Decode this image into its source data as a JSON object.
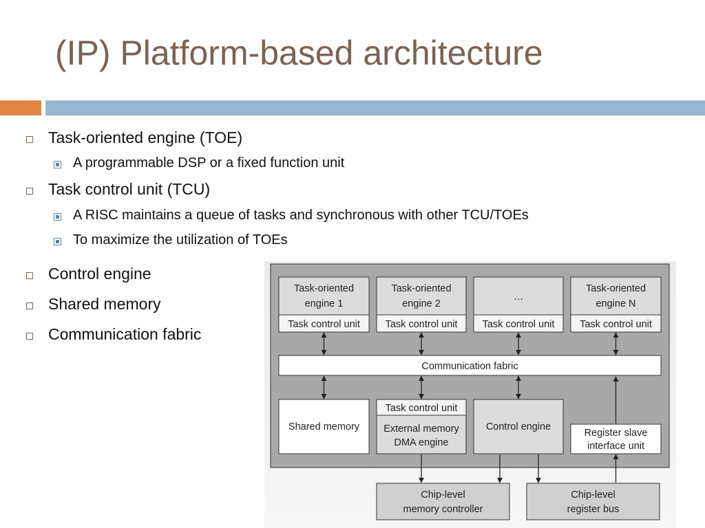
{
  "slide": {
    "title": "(IP) Platform-based architecture"
  },
  "bullets": [
    {
      "level": 1,
      "text": "Task-oriented engine (TOE)"
    },
    {
      "level": 2,
      "text": "A programmable DSP or a fixed function unit"
    },
    {
      "level": 1,
      "text": "Task control unit (TCU)"
    },
    {
      "level": 2,
      "text": "A RISC maintains a queue of tasks and synchronous with other TCU/TOEs"
    },
    {
      "level": 2,
      "text": "To maximize the utilization of TOEs"
    },
    {
      "level": 1,
      "text": "Control engine"
    },
    {
      "level": 1,
      "text": "Shared memory"
    },
    {
      "level": 1,
      "text": "Communication fabric"
    }
  ],
  "diagram": {
    "toe1": [
      "Task-oriented",
      "engine 1"
    ],
    "toe2": [
      "Task-oriented",
      "engine 2"
    ],
    "toe_ellipsis": "…",
    "toeN": [
      "Task-oriented",
      "engine N"
    ],
    "tcu": "Task control unit",
    "fabric": "Communication fabric",
    "shared_memory": "Shared memory",
    "ext_mem": [
      "External memory",
      "DMA engine"
    ],
    "control_engine": "Control engine",
    "reg_slave": [
      "Register slave",
      "interface unit"
    ],
    "mem_ctrl": [
      "Chip-level",
      "memory controller"
    ],
    "reg_bus": [
      "Chip-level",
      "register bus"
    ]
  },
  "colors": {
    "title": "#7b6253",
    "accent_orange": "#e18543",
    "accent_blue": "#96b6d3"
  }
}
